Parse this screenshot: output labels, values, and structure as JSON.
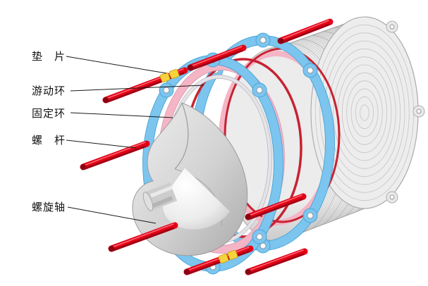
{
  "diagram": {
    "background": "#ffffff",
    "labels": [
      {
        "id": "gasket",
        "text": "垫　片"
      },
      {
        "id": "floating-ring",
        "text": "游动环"
      },
      {
        "id": "fixed-ring",
        "text": "固定环"
      },
      {
        "id": "screw-rod",
        "text": "螺　杆"
      },
      {
        "id": "spiral-shaft",
        "text": "螺旋轴"
      }
    ],
    "colors": {
      "flange_blue": "#7cc5ee",
      "flange_blue_edge": "#4aa4d6",
      "floating_ring_pink": "#f4b6c6",
      "floating_ring_edge": "#d995ab",
      "fixed_ring_silver": "#e4e4e8",
      "seal_ring_red": "#c62333",
      "bolt_red": "#e30017",
      "bolt_red_dark": "#9c0014",
      "gasket_yellow": "#f6d33e",
      "housing_gray": "#ededed",
      "shaft_gray": "#c9c9c9"
    }
  }
}
